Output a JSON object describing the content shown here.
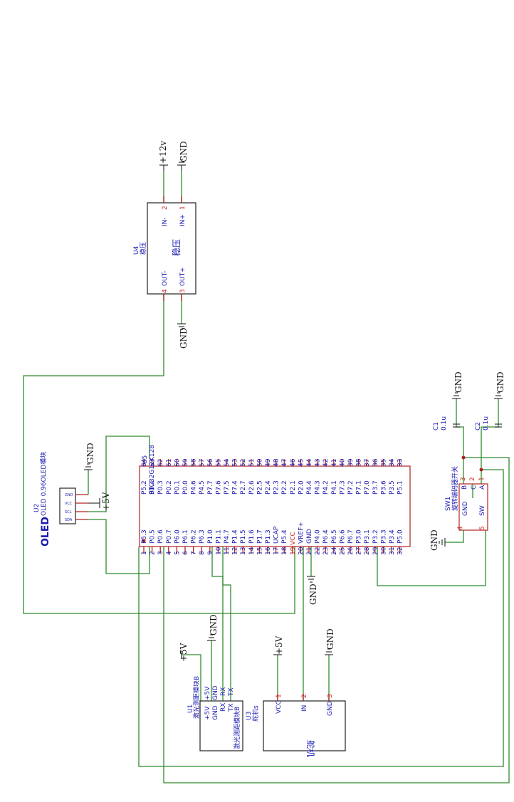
{
  "components": {
    "u4": {
      "ref": "U4",
      "name": "稳压",
      "center_label": "稳压",
      "pins": [
        {
          "num": "2",
          "name": "IN-"
        },
        {
          "num": "1",
          "name": "IN+"
        },
        {
          "num": "4",
          "name": "OUT-"
        },
        {
          "num": "3",
          "name": "OUT+"
        }
      ],
      "net_12v": "12v",
      "gnd": "GND",
      "gnd_out": "GND"
    },
    "u2": {
      "ref": "U2",
      "name": "OLED 0.96OLED模块",
      "logo": "OLED",
      "pins": [
        "GND",
        "VCC",
        "SCL",
        "SDA"
      ],
      "gnd": "GND",
      "vcc": "+5V"
    },
    "u5": {
      "ref": "U5",
      "name": "STC32G12K128",
      "left_pins": [
        {
          "num": "1",
          "name": "P5.3"
        },
        {
          "num": "2",
          "name": "P0.5"
        },
        {
          "num": "3",
          "name": "P0.6"
        },
        {
          "num": "4",
          "name": "P0.7"
        },
        {
          "num": "5",
          "name": "P6.0"
        },
        {
          "num": "6",
          "name": "P6.1"
        },
        {
          "num": "7",
          "name": "P6.2"
        },
        {
          "num": "8",
          "name": "P6.3"
        },
        {
          "num": "9",
          "name": "P1.0"
        },
        {
          "num": "10",
          "name": "P1.1"
        },
        {
          "num": "11",
          "name": "P4.7"
        },
        {
          "num": "12",
          "name": "P1.4"
        },
        {
          "num": "13",
          "name": "P1.5"
        },
        {
          "num": "14",
          "name": "P1.6"
        },
        {
          "num": "15",
          "name": "P1.7"
        },
        {
          "num": "16",
          "name": "P1.3"
        },
        {
          "num": "17",
          "name": "UCAP"
        },
        {
          "num": "18",
          "name": "P5.4"
        },
        {
          "num": "19",
          "name": "VCC"
        },
        {
          "num": "20",
          "name": "VREF+"
        },
        {
          "num": "21",
          "name": "GND"
        },
        {
          "num": "22",
          "name": "P4.0"
        },
        {
          "num": "23",
          "name": "P6.4"
        },
        {
          "num": "24",
          "name": "P6.5"
        },
        {
          "num": "25",
          "name": "P6.6"
        },
        {
          "num": "26",
          "name": "P6.7"
        },
        {
          "num": "27",
          "name": "P3.0"
        },
        {
          "num": "28",
          "name": "P3.1"
        },
        {
          "num": "29",
          "name": "P3.2"
        },
        {
          "num": "30",
          "name": "P3.3"
        },
        {
          "num": "31",
          "name": "P3.4"
        },
        {
          "num": "32",
          "name": "P5.0"
        }
      ],
      "right_pins": [
        {
          "num": "64",
          "name": "P5.2"
        },
        {
          "num": "63",
          "name": "P0.4"
        },
        {
          "num": "62",
          "name": "P0.3"
        },
        {
          "num": "61",
          "name": "P0.2"
        },
        {
          "num": "60",
          "name": "P0.1"
        },
        {
          "num": "59",
          "name": "P0.0"
        },
        {
          "num": "58",
          "name": "P4.6"
        },
        {
          "num": "57",
          "name": "P4.5"
        },
        {
          "num": "56",
          "name": "P7.7"
        },
        {
          "num": "55",
          "name": "P7.6"
        },
        {
          "num": "54",
          "name": "P7.5"
        },
        {
          "num": "53",
          "name": "P7.4"
        },
        {
          "num": "52",
          "name": "P2.7"
        },
        {
          "num": "51",
          "name": "P2.6"
        },
        {
          "num": "50",
          "name": "P2.5"
        },
        {
          "num": "49",
          "name": "P2.4"
        },
        {
          "num": "48",
          "name": "P2.3"
        },
        {
          "num": "47",
          "name": "P2.2"
        },
        {
          "num": "46",
          "name": "P2.1"
        },
        {
          "num": "45",
          "name": "P2.0"
        },
        {
          "num": "44",
          "name": "P4.4"
        },
        {
          "num": "43",
          "name": "P4.3"
        },
        {
          "num": "42",
          "name": "P4.2"
        },
        {
          "num": "41",
          "name": "P4.1"
        },
        {
          "num": "40",
          "name": "P7.3"
        },
        {
          "num": "39",
          "name": "P7.2"
        },
        {
          "num": "38",
          "name": "P7.1"
        },
        {
          "num": "37",
          "name": "P7.0"
        },
        {
          "num": "36",
          "name": "P3.7"
        },
        {
          "num": "35",
          "name": "P3.6"
        },
        {
          "num": "34",
          "name": "P3.5"
        },
        {
          "num": "33",
          "name": "P5.1"
        }
      ],
      "gnd": "GND"
    },
    "u1": {
      "ref": "U1",
      "name": "激光测距模块B",
      "center_label": "激光测距模块B",
      "pins": [
        {
          "num": "+5V",
          "name": "+5V"
        },
        {
          "num": "GND",
          "name": "GND"
        },
        {
          "num": "RX",
          "name": "RX"
        },
        {
          "num": "TX",
          "name": "TX"
        }
      ],
      "vcc": "+5V",
      "gnd": "GND"
    },
    "u3": {
      "ref": "U3",
      "name": "舵机s",
      "center_label": "舵机",
      "pins": [
        {
          "num": "1",
          "name": "VCC"
        },
        {
          "num": "2",
          "name": "IN"
        },
        {
          "num": "3",
          "name": "GND"
        }
      ],
      "vcc": "+5V",
      "gnd": "GND"
    },
    "sw1": {
      "ref": "SW1",
      "name": "旋转编码器开关",
      "pins": [
        {
          "num": "4",
          "name": "GND"
        },
        {
          "num": "5",
          "name": "SW"
        },
        {
          "num": "3",
          "name": "B"
        },
        {
          "num": "2",
          "name": "C"
        },
        {
          "num": "1",
          "name": "A"
        }
      ],
      "gnd": "GND"
    },
    "c1": {
      "ref": "C1",
      "value": "0.1u",
      "gnd": "GND"
    },
    "c2": {
      "ref": "C2",
      "value": "0.1u",
      "gnd": "GND"
    }
  },
  "colors": {
    "wire": "#2e8b2e",
    "pin": "#b22222",
    "label_blue": "#1a1ab0",
    "highlight_red": "#d02020"
  }
}
